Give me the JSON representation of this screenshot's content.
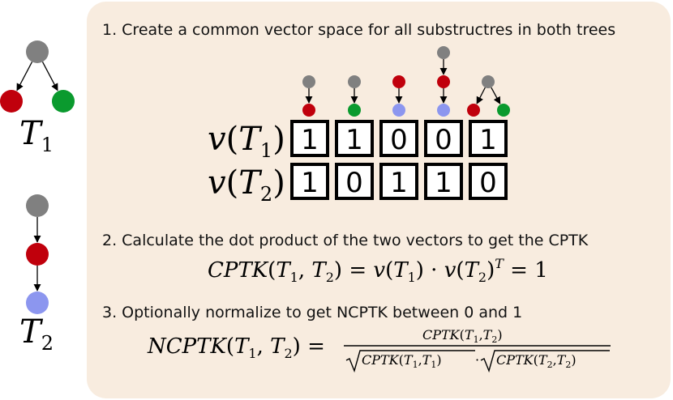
{
  "colors": {
    "panel": "#f8ecdf",
    "gray": "#808080",
    "red": "#c0000c",
    "green": "#0a9a2e",
    "blue": "#8c96ef"
  },
  "trees": [
    {
      "label_main": "T",
      "label_sub": "1",
      "nodes": [
        "gray",
        "red",
        "green"
      ],
      "edges": [
        [
          0,
          1
        ],
        [
          0,
          2
        ]
      ]
    },
    {
      "label_main": "T",
      "label_sub": "2",
      "nodes": [
        "gray",
        "red",
        "blue"
      ],
      "edges": [
        [
          0,
          1
        ],
        [
          1,
          2
        ]
      ]
    }
  ],
  "steps": [
    "1. Create a common vector space for all substructres in both trees",
    "2. Calculate the dot product of the two vectors to get the CPTK",
    "3. Optionally normalize to get NCPTK between 0 and 1"
  ],
  "substructures": [
    {
      "nodes": [
        "gray",
        "red"
      ],
      "edges": [
        [
          0,
          1
        ]
      ]
    },
    {
      "nodes": [
        "gray",
        "green"
      ],
      "edges": [
        [
          0,
          1
        ]
      ]
    },
    {
      "nodes": [
        "red",
        "blue"
      ],
      "edges": [
        [
          0,
          1
        ]
      ]
    },
    {
      "nodes": [
        "gray",
        "red",
        "blue"
      ],
      "edges": [
        [
          0,
          1
        ],
        [
          1,
          2
        ]
      ]
    },
    {
      "nodes": [
        "gray",
        "red",
        "green"
      ],
      "edges": [
        [
          0,
          1
        ],
        [
          0,
          2
        ]
      ]
    }
  ],
  "vectors": [
    {
      "fn": "v",
      "arg": "T",
      "sub": "1",
      "values": [
        "1",
        "1",
        "0",
        "0",
        "1"
      ]
    },
    {
      "fn": "v",
      "arg": "T",
      "sub": "2",
      "values": [
        "1",
        "0",
        "1",
        "1",
        "0"
      ]
    }
  ],
  "formula_cptk": {
    "lhs": "CPTK",
    "t1": "T",
    "s1": "1",
    "t2": "T",
    "s2": "2",
    "v": "v",
    "sup": "T",
    "result": "1"
  },
  "formula_ncptk": {
    "lhs": "NCPTK",
    "num": "CPTK",
    "den": "CPTK"
  }
}
